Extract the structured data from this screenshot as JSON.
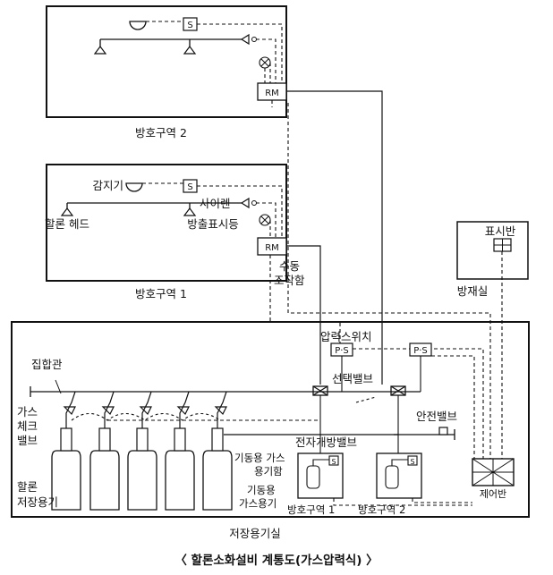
{
  "labels": {
    "zone2": "방호구역 2",
    "zone1": "방호구역 1",
    "detector": "감지기",
    "siren": "사이렌",
    "halon_head": "할론 헤드",
    "discharge_lamp": "방출표시등",
    "rm": "RM",
    "manual_box_1": "수동",
    "manual_box_2": "조작함",
    "display_panel": "표시반",
    "disaster_room": "방재실",
    "pressure_switch": "압력스위치",
    "ps": "P·S",
    "manifold": "집합관",
    "gas_check_1": "가스",
    "gas_check_2": "체크",
    "gas_check_3": "밸브",
    "selector_valve": "선택밸브",
    "safety_valve": "안전밸브",
    "solenoid_valve": "전자개방밸브",
    "starter_box_1": "기동용 가스",
    "starter_box_2": "용기함",
    "starter_gas_1": "기동용",
    "starter_gas_2": "가스용기",
    "halon_storage_1": "할론",
    "halon_storage_2": "저장용기",
    "box_zone1": "방호구역 1",
    "box_zone2": "방호구역 2",
    "control_panel": "제어반",
    "storage_room": "저장용기실",
    "s": "S",
    "caption": "〈 할론소화설비 계통도(가스압력식) 〉"
  }
}
